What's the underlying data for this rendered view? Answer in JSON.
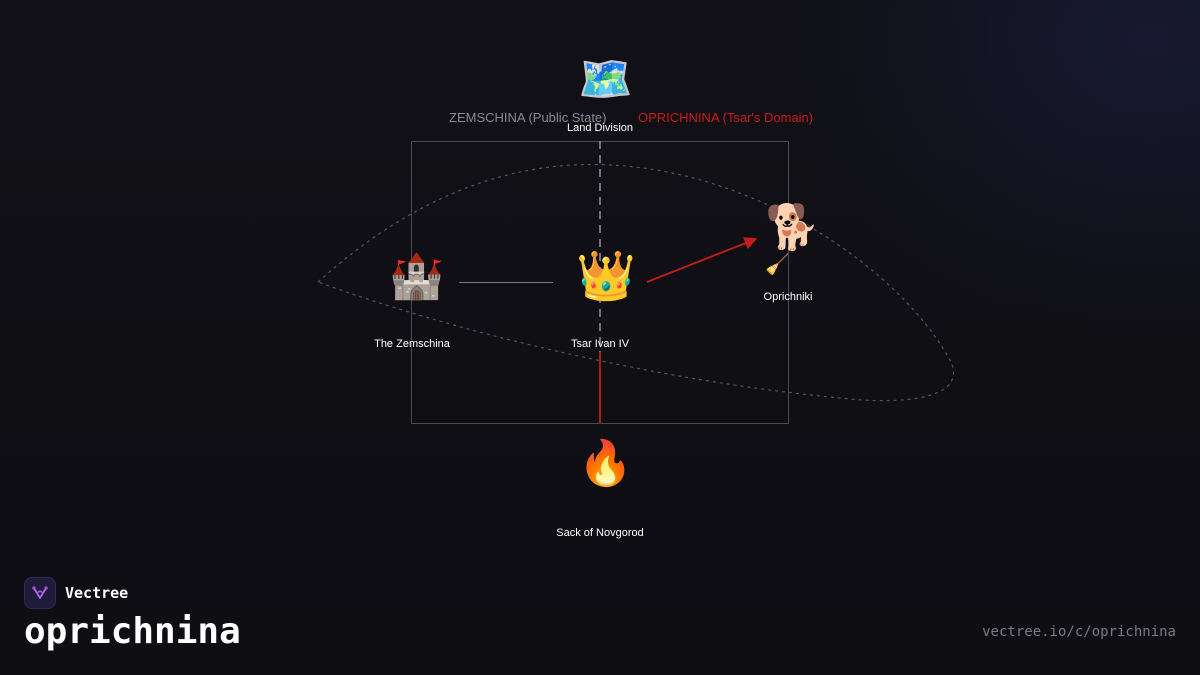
{
  "diagram": {
    "title_node": {
      "icon": "🗺️",
      "icon_name": "world-map-icon",
      "label": "Land Division"
    },
    "regions": {
      "left": {
        "label": "ZEMSCHINA (Public State)",
        "color": "#8a8a92"
      },
      "right": {
        "label": "OPRICHNINA (Tsar's Domain)",
        "color": "#cc1a1a"
      }
    },
    "nodes": {
      "zemschina": {
        "icon": "🏰",
        "icon_name": "castle-icon",
        "label": "The Zemschina"
      },
      "tsar": {
        "icon": "👑",
        "icon_name": "crown-icon",
        "label": "Tsar Ivan IV"
      },
      "oprichniki": {
        "icon": "🐕",
        "icon_name": "dog-icon",
        "secondary_icon": "🧹",
        "secondary_icon_name": "broom-icon",
        "label": "Oprichniki"
      },
      "novgorod": {
        "icon": "🔥",
        "icon_name": "fire-icon",
        "label": "Sack of Novgorod"
      }
    },
    "colors": {
      "accent": "#cc1a1a",
      "muted": "#8a8a92",
      "line": "#6a6a72"
    }
  },
  "footer": {
    "brand_name": "Vectree",
    "title": "oprichnina",
    "url": "vectree.io/c/oprichnina"
  }
}
